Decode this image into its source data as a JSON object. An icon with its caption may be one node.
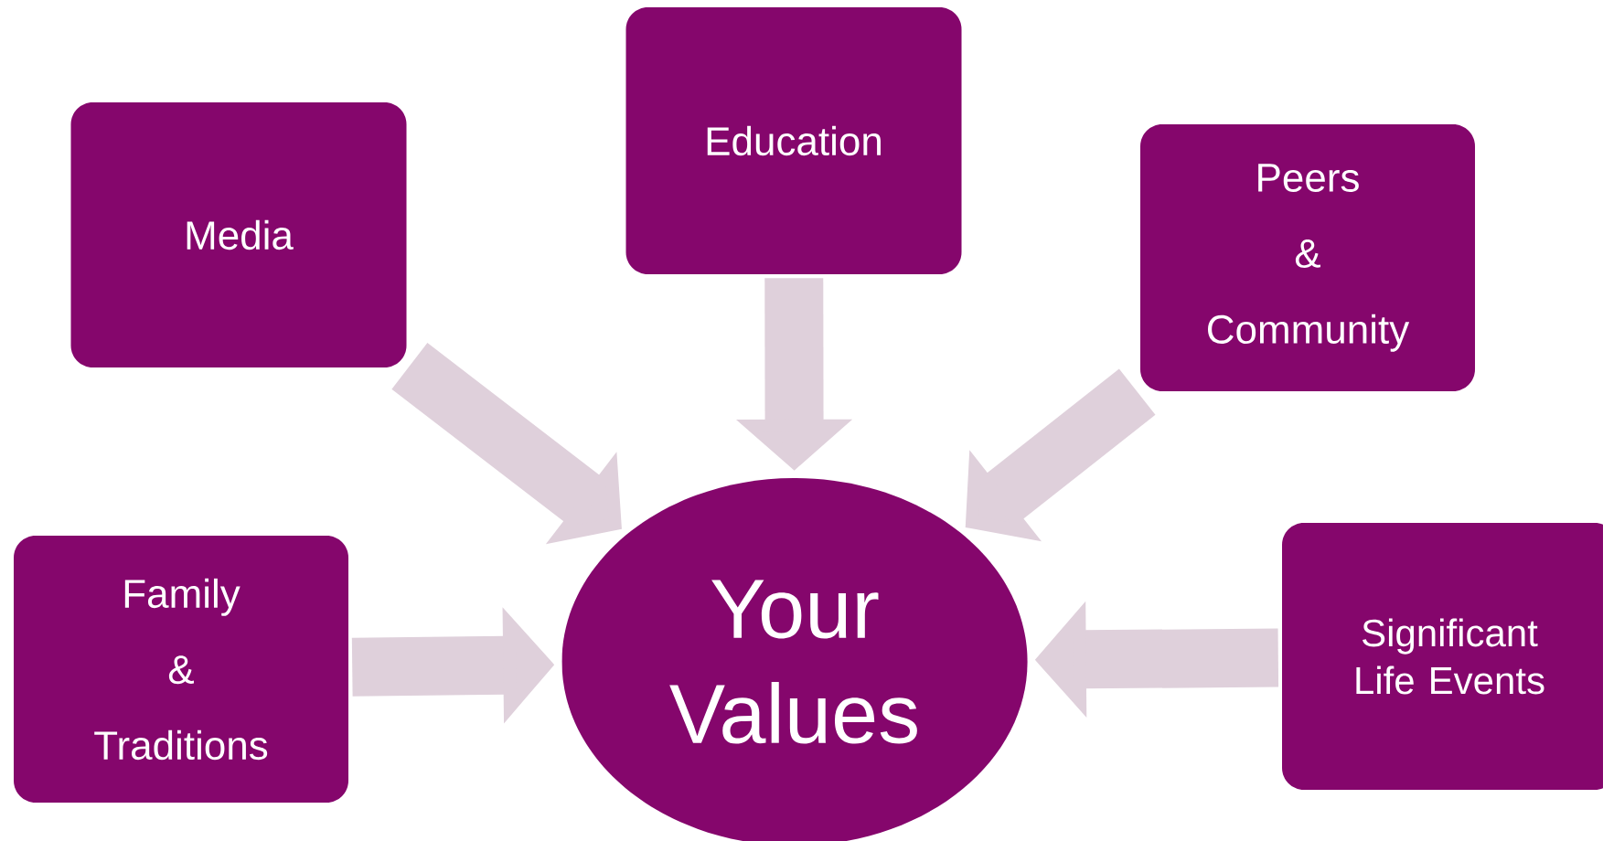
{
  "diagram": {
    "nodes": [
      {
        "text": [
          "Media"
        ]
      },
      {
        "text": [
          "Education"
        ]
      },
      {
        "text": [
          "Peers & Community"
        ]
      },
      {
        "text": [
          "Family & Traditions"
        ]
      },
      {
        "text": [
          "Your Values"
        ]
      },
      {
        "text": [
          "Significant Life Events"
        ]
      }
    ],
    "edges": [
      {
        "from": 0,
        "to": 4,
        "arrow": "to"
      },
      {
        "from": 1,
        "to": 4,
        "arrow": "to"
      },
      {
        "from": 2,
        "to": 4,
        "arrow": "to"
      },
      {
        "from": 3,
        "to": 4,
        "arrow": "to"
      },
      {
        "from": 5,
        "to": 4,
        "arrow": "to"
      }
    ]
  }
}
